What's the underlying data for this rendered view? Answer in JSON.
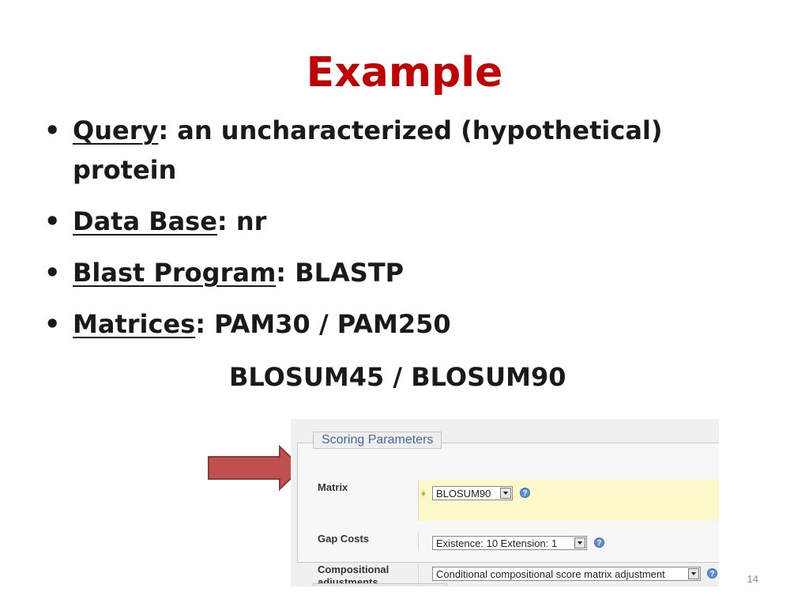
{
  "slide": {
    "title": "Example",
    "page_number": "14",
    "bullets": [
      {
        "term": "Query",
        "text": ": an uncharacterized (hypothetical) protein"
      },
      {
        "term": "Data Base",
        "text": ": nr"
      },
      {
        "term": "Blast Program",
        "text": ": BLASTP"
      },
      {
        "term": "Matrices",
        "text": ": PAM30 / PAM250"
      }
    ],
    "matrices_line2": "BLOSUM45 / BLOSUM90"
  },
  "screenshot": {
    "section_legend": "Scoring Parameters",
    "matrix": {
      "label": "Matrix",
      "value": "BLOSUM90"
    },
    "gap_costs": {
      "label": "Gap Costs",
      "value": "Existence: 10 Extension: 1"
    },
    "compositional": {
      "label_line1": "Compositional",
      "label_line2": "adjustments",
      "value": "Conditional compositional score matrix adjustment"
    },
    "help_glyph": "?",
    "diamond_glyph": "♦"
  },
  "colors": {
    "title": "#c00000",
    "arrow_fill": "#c0504d",
    "arrow_stroke": "#8c3836",
    "legend_text": "#4466aa",
    "matrix_highlight": "#fdf8c9"
  },
  "icons": {
    "arrow": "right-arrow-icon",
    "help": "help-circle-icon",
    "dropdown": "chevron-down-icon"
  }
}
